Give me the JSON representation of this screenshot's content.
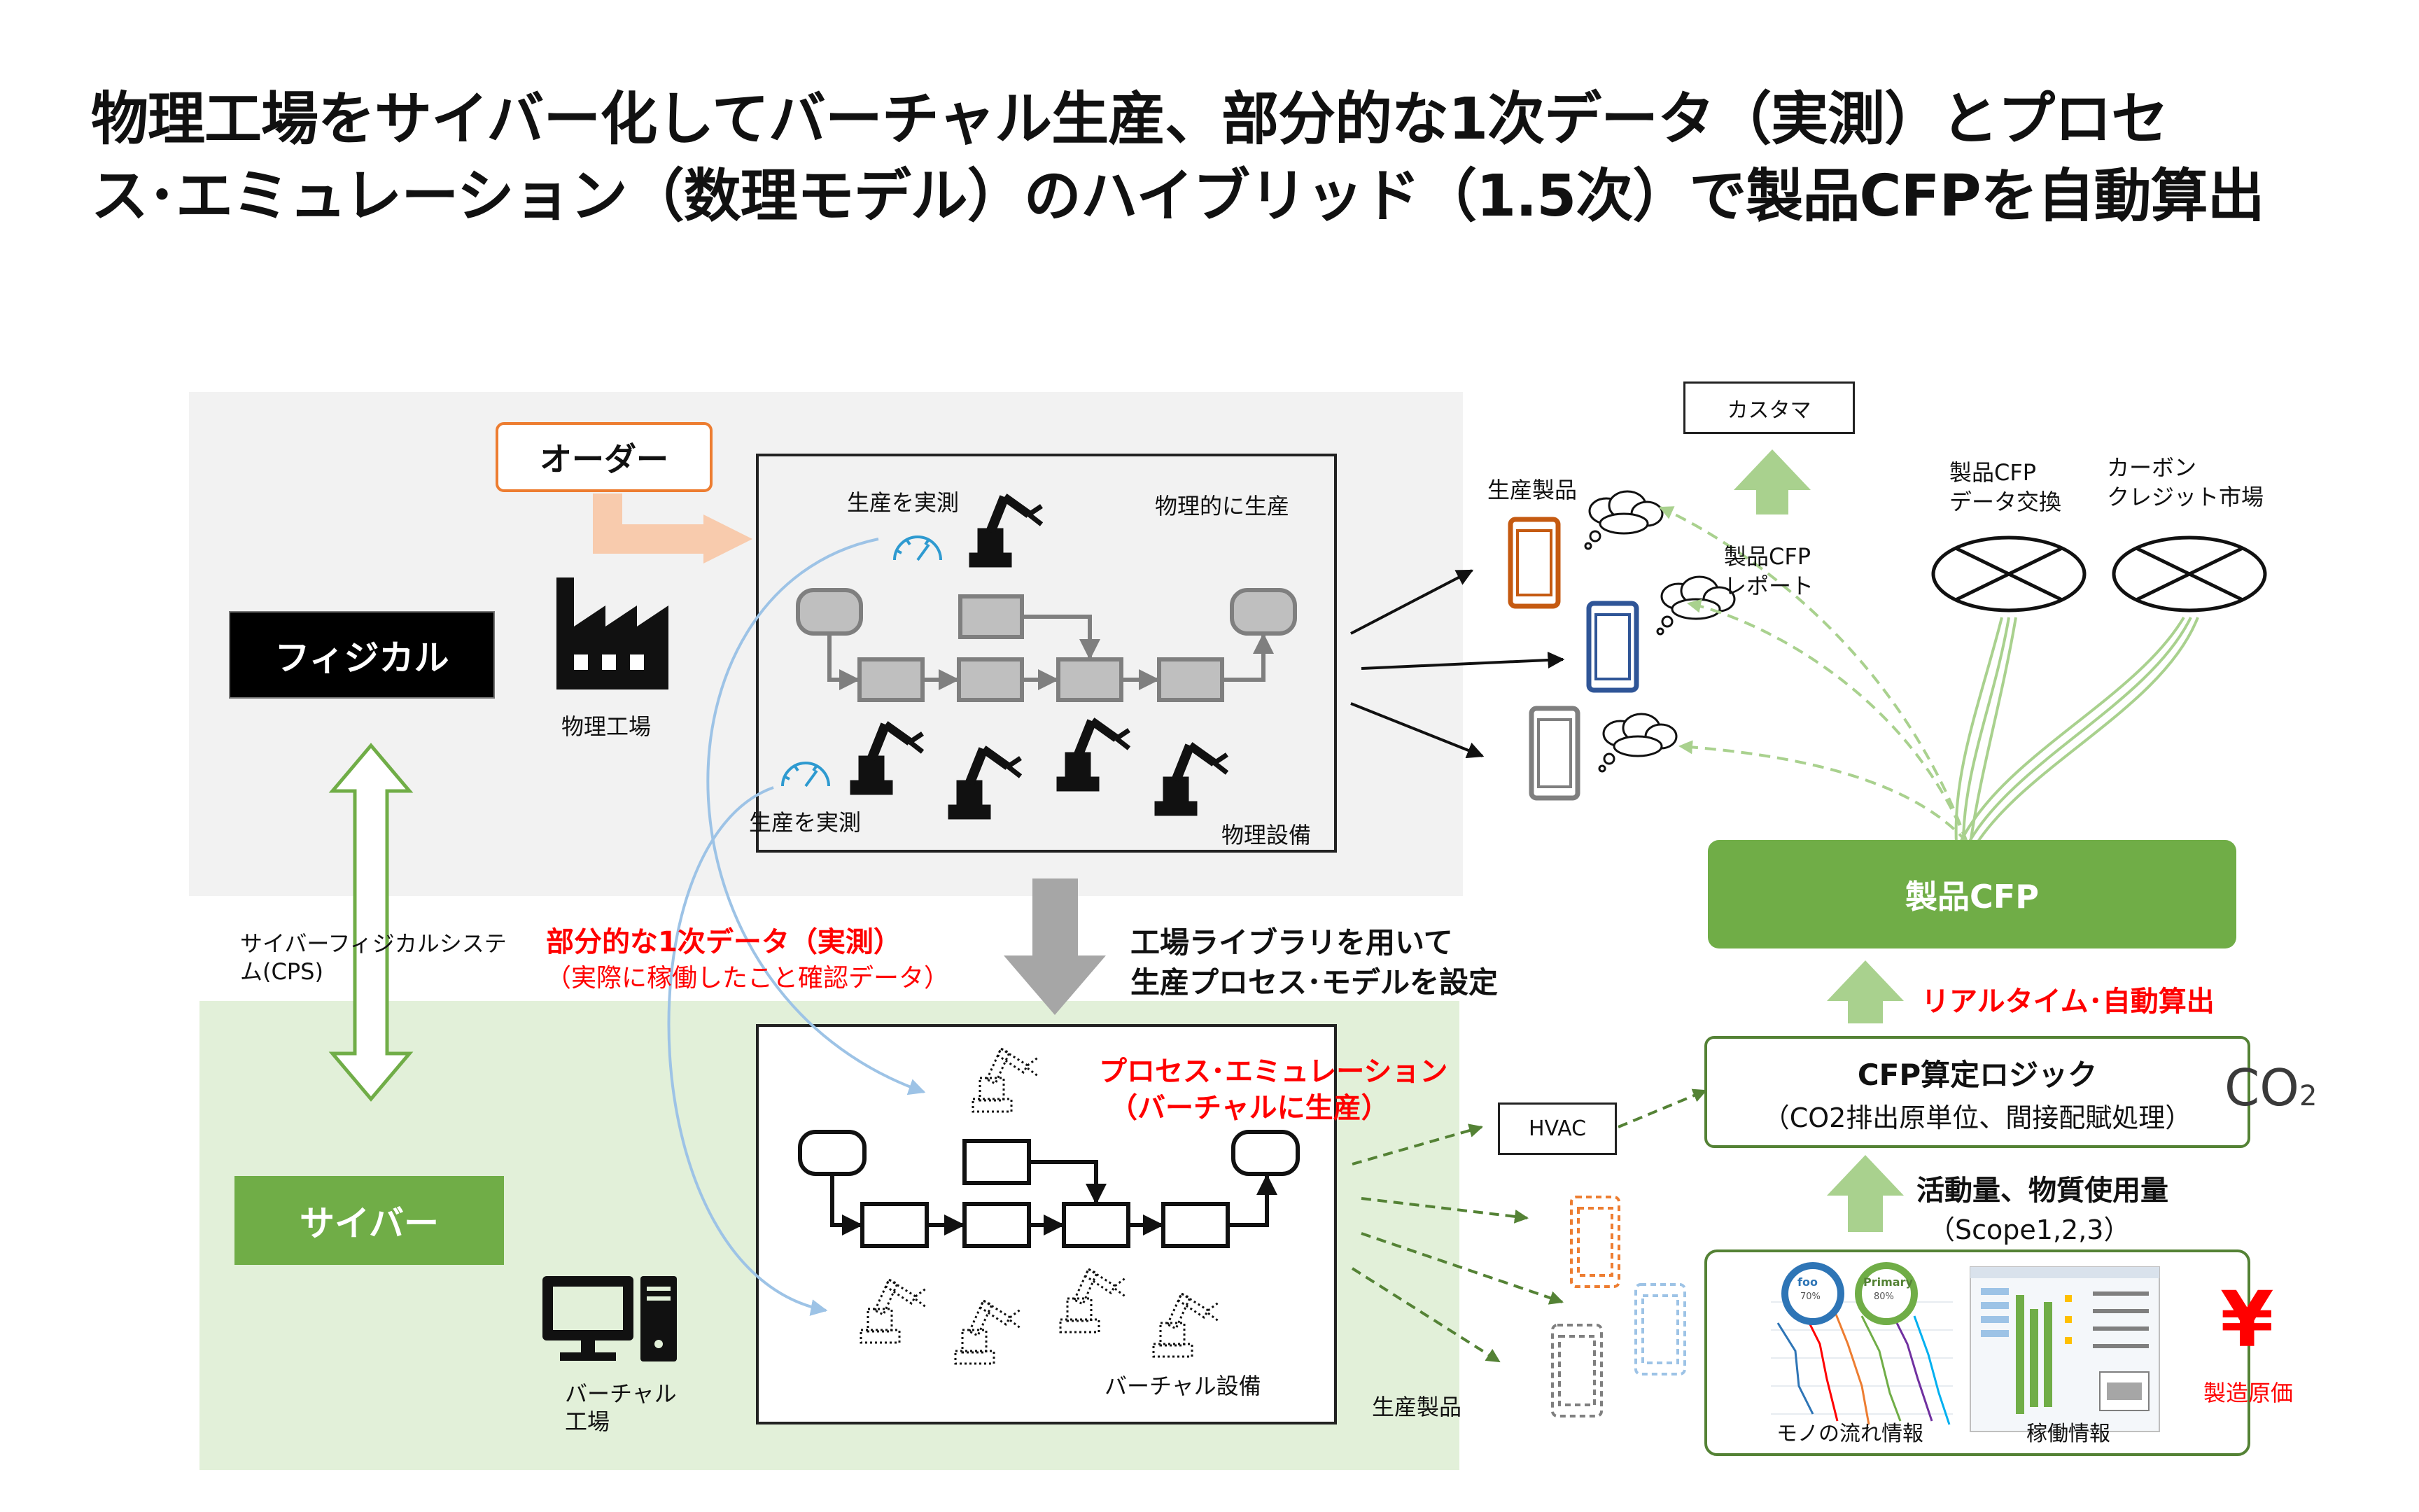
{
  "title": {
    "line1": "物理工場をサイバー化してバーチャル生産、部分的な1次データ（実測）とプロセ",
    "line2": "ス･エミュレーション（数理モデル）のハイブリッド（1.5次）で製品CFPを自動算出"
  },
  "physical": {
    "label": "フィジカル",
    "factory_label": "物理工場",
    "order_label": "オーダー",
    "measure_top": "生産を実測",
    "measure_bottom": "生産を実測",
    "produce_label": "物理的に生産",
    "equipment_label": "物理設備"
  },
  "cps_label_line1": "サイバーフィジカルシステ",
  "cps_label_line2": "ム(CPS)",
  "cyber": {
    "label": "サイバー",
    "factory_line1": "バーチャル",
    "factory_line2": "工場",
    "equipment_label": "バーチャル設備",
    "emulation_line1": "プロセス･エミュレーション",
    "emulation_line2": "（バーチャルに生産）",
    "products_label": "生産製品"
  },
  "partial_data": {
    "line1": "部分的な1次データ（実測）",
    "line2": "（実際に稼働したこと確認データ）"
  },
  "library": {
    "line1": "工場ライブラリを用いて",
    "line2": "生産プロセス･モデルを設定"
  },
  "products_physical_label": "生産製品",
  "customer_label": "カスタマ",
  "report": {
    "line1": "製品CFP",
    "line2": "レポート"
  },
  "exchange": {
    "line1": "製品CFP",
    "line2": "データ交換"
  },
  "carbon": {
    "line1": "カーボン",
    "line2": "クレジット市場"
  },
  "product_cfp_label": "製品CFP",
  "realtime_label": "リアルタイム･自動算出",
  "logic": {
    "line1": "CFP算定ロジック",
    "line2": "（CO2排出原単位、間接配賦処理）"
  },
  "co2": {
    "main": "CO",
    "sub": "2"
  },
  "activity": {
    "line1": "活動量、物質使用量",
    "line2": "（Scope1,2,3）"
  },
  "hvac_label": "HVAC",
  "flow_info_label": "モノの流れ情報",
  "operation_info_label": "稼働情報",
  "cost": {
    "symbol": "¥",
    "label": "製造原価"
  },
  "gauge1": {
    "title": "foo",
    "value": "70%"
  },
  "gauge2": {
    "title": "Primary",
    "value": "80%"
  },
  "colors": {
    "green": "#70ad47",
    "green_dark": "#548235",
    "light_green": "#a9d18e",
    "orange_border": "#ed7d31",
    "orange_arrow": "#f8cbad",
    "red": "#ff0000",
    "gray_arrow": "#a6a6a6",
    "blue_line": "#9dc3e6",
    "physical_bg": "#f2f2f2",
    "cyber_bg": "#e2f0d9"
  }
}
